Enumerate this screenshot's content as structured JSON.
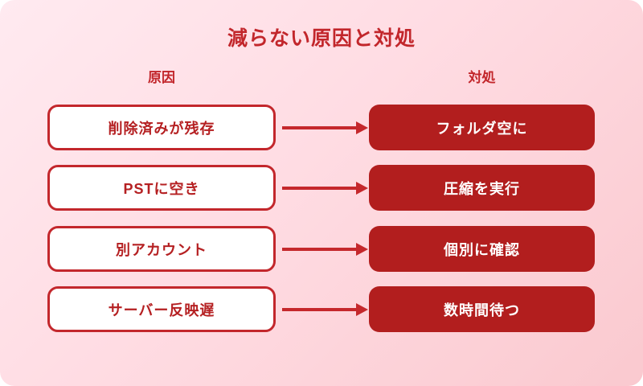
{
  "diagram": {
    "title": "減らない原因と対処",
    "column_headers": {
      "cause": "原因",
      "action": "対処"
    },
    "rows": [
      {
        "cause": "削除済みが残存",
        "action": "フォルダ空に"
      },
      {
        "cause": "PSTに空き",
        "action": "圧縮を実行"
      },
      {
        "cause": "別アカウント",
        "action": "個別に確認"
      },
      {
        "cause": "サーバー反映遅",
        "action": "数時間待つ"
      }
    ],
    "colors": {
      "accent_red": "#c2262b",
      "outline_box_border": "#c3272c",
      "outline_box_text": "#b52022",
      "solid_box_fill": "#b21e1e",
      "solid_box_text": "#ffffff",
      "background_top_left": "#ffeaf0",
      "background_bottom_right": "#fac9cf"
    }
  }
}
